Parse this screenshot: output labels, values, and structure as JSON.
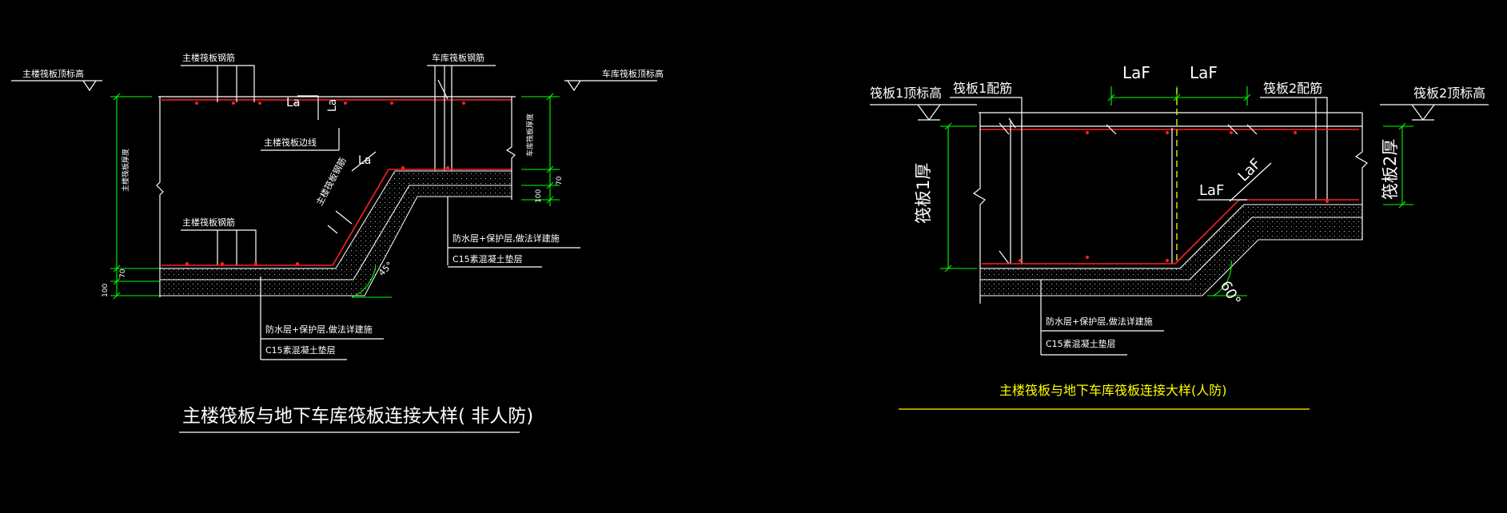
{
  "left_detail": {
    "title": "主楼筏板与地下车库筏板连接大样( 非人防)",
    "top_elev_main": "主楼筏板顶标高",
    "top_elev_garage": "车库筏板顶标高",
    "top_rebar_main": "主楼筏板钢筋",
    "top_rebar_garage": "车库筏板钢筋",
    "bottom_rebar_main": "主楼筏板钢筋",
    "connecting_line": "主楼筏板边线",
    "slope_rebar": "主楼筏板钢筋",
    "thickness_main": "主楼筏板厚度",
    "thickness_garage": "车库筏板厚度",
    "la_1": "La",
    "la_2": "La",
    "la_3": "La",
    "angle": "45°",
    "dim_70_left": "70",
    "dim_100_left": "100",
    "dim_70_right": "70",
    "dim_100_right": "100",
    "waterproof_1": "防水层+保护层,做法详建施",
    "waterproof_2": "防水层+保护层,做法详建施",
    "c15_1": "C15素混凝土垫层",
    "c15_2": "C15素混凝土垫层"
  },
  "right_detail": {
    "title": "主楼筏板与地下车库筏板连接大样(人防)",
    "elev_1": "筏板1顶标高",
    "elev_2": "筏板2顶标高",
    "rebar_1": "筏板1配筋",
    "rebar_2": "筏板2配筋",
    "thick_1": "筏板1厚",
    "thick_2": "筏板2厚",
    "laf_1": "LaF",
    "laf_2": "LaF",
    "laf_3": "LaF",
    "laf_4": "LaF",
    "angle": "60°",
    "waterproof": "防水层+保护层,做法详建施",
    "c15": "C15素混凝土垫层"
  }
}
